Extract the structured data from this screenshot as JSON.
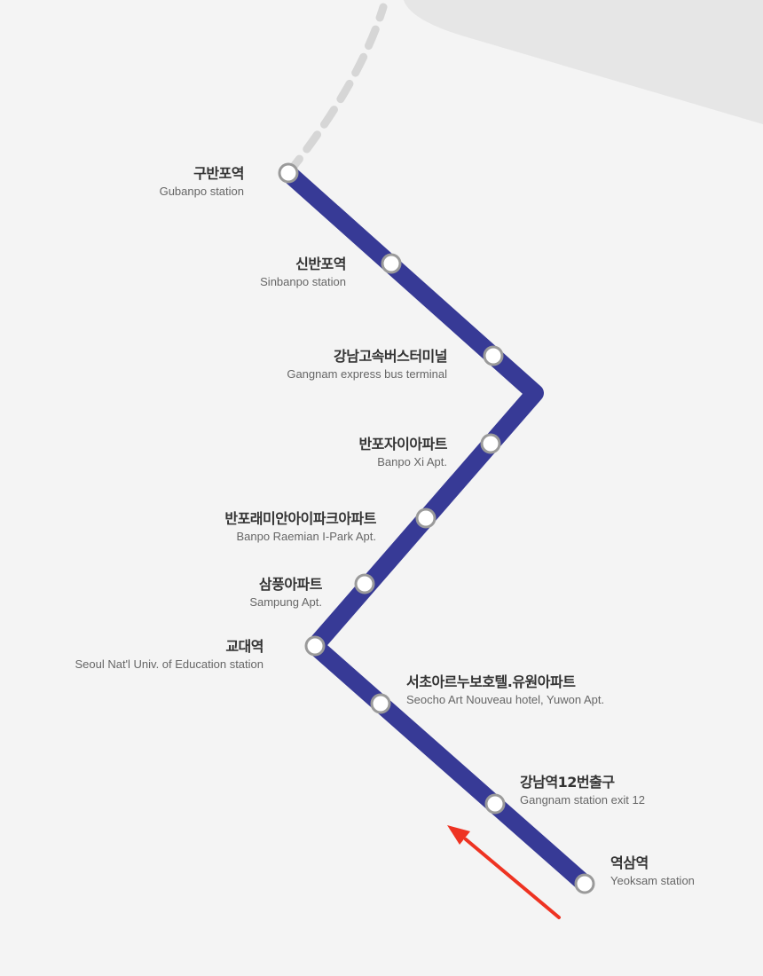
{
  "route": {
    "line_color": "#373a96",
    "upcoming_dash_color": "#d6d6d6",
    "stop_fill": "#ffffff",
    "stop_stroke": "#9a9a9a",
    "direction_arrow_color": "#ee3322",
    "background_color": "#f4f4f4",
    "road_band_color": "#e6e6e6",
    "stops": [
      {
        "name_ko": "구반포역",
        "name_en": "Gubanpo station"
      },
      {
        "name_ko": "신반포역",
        "name_en": "Sinbanpo station"
      },
      {
        "name_ko": "강남고속버스터미널",
        "name_en": "Gangnam express bus terminal"
      },
      {
        "name_ko": "반포자이아파트",
        "name_en": "Banpo Xi Apt."
      },
      {
        "name_ko": "반포래미안아이파크아파트",
        "name_en": "Banpo Raemian I-Park Apt."
      },
      {
        "name_ko": "삼풍아파트",
        "name_en": "Sampung Apt."
      },
      {
        "name_ko": "교대역",
        "name_en": "Seoul Nat'l Univ. of Education station"
      },
      {
        "name_ko": "서초아르누보호텔.유원아파트",
        "name_en": "Seocho Art Nouveau hotel, Yuwon Apt."
      },
      {
        "name_ko": "강남역12번출구",
        "name_en": "Gangnam station exit 12"
      },
      {
        "name_ko": "역삼역",
        "name_en": "Yeoksam station"
      }
    ]
  }
}
